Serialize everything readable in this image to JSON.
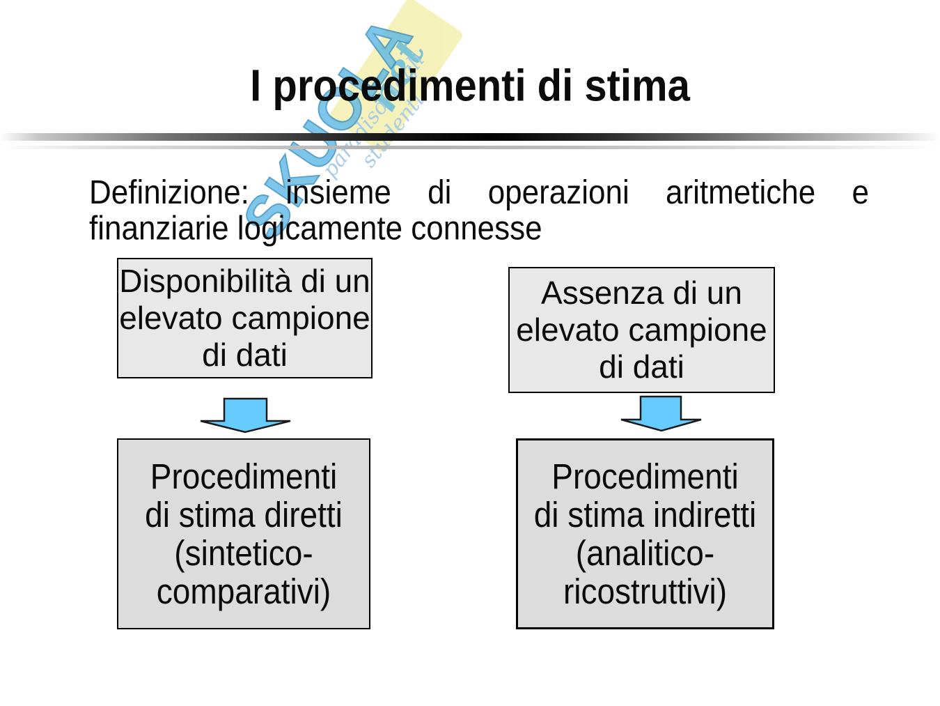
{
  "title": "I procedimenti di stima",
  "definition": {
    "line1": "Definizione: insieme di operazioni aritmetiche e",
    "line2": "finanziarie logicamente connesse"
  },
  "watermark": {
    "brand": "SKUOLA",
    "net": "net",
    "tagline": "paradiso degli studenti",
    "brand_color": "#5ab6e5",
    "badge_color": "#f2eda2"
  },
  "flow": {
    "left": {
      "condition_lines": [
        "Disponibilità di un",
        "elevato campione",
        "di dati"
      ],
      "result_lines": [
        "Procedimenti",
        "di stima diretti",
        "(sintetico-",
        "comparativi)"
      ]
    },
    "right": {
      "condition_lines": [
        "Assenza di un",
        "elevato campione",
        "di dati"
      ],
      "result_lines": [
        "Procedimenti",
        "di stima indiretti",
        "(analitico-",
        "ricostruttivi)"
      ]
    }
  },
  "colors": {
    "arrow_fill": "#66ccff",
    "arrow_stroke": "#1a1a1a",
    "condition_box_bg": "#e8e8e8",
    "result_box_bg": "#dcdcdc"
  }
}
